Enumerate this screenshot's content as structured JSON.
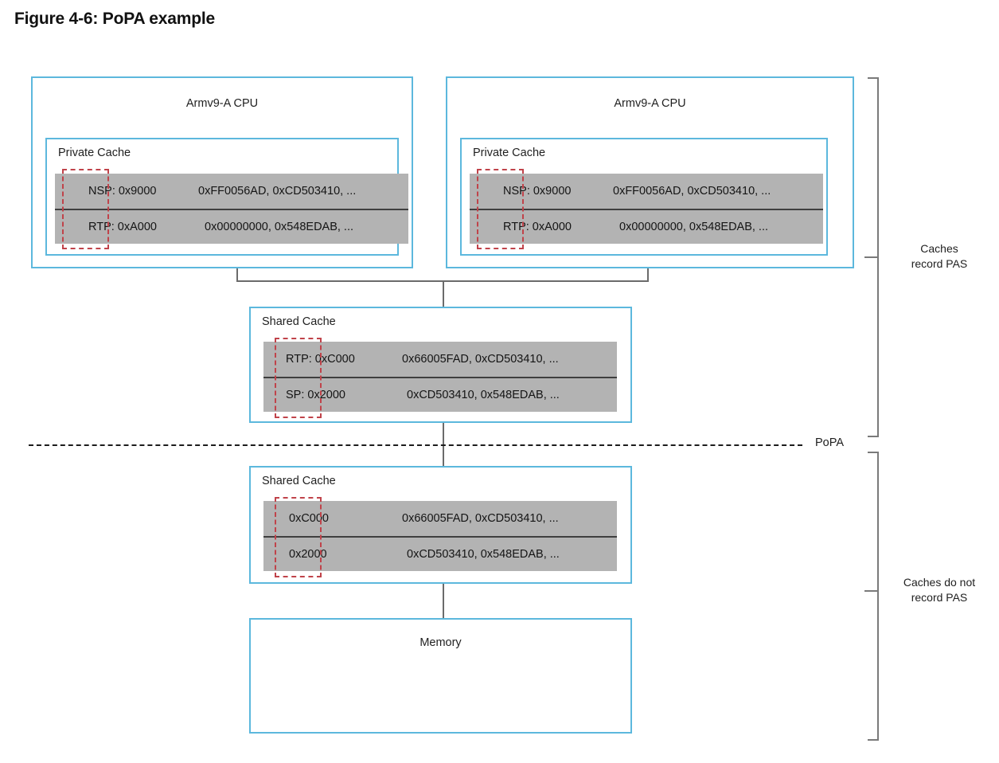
{
  "figure": {
    "title": "Figure 4-6: PoPA example"
  },
  "colors": {
    "box_border_blue": "#5cb8dd",
    "cache_fill_gray": "#b3b3b3",
    "row_divider": "#3f3f3f",
    "highlight_dashed_red": "#c0434a",
    "connector_gray": "#6b6b6b",
    "bracket_gray": "#7a7a7a",
    "popa_line": "#1d1d1d"
  },
  "cpus": [
    {
      "title": "Armv9-A CPU",
      "cache": {
        "title": "Private Cache",
        "rows": [
          {
            "key": "NSP: 0x9000",
            "value": "0xFF0056AD, 0xCD503410, ..."
          },
          {
            "key": "RTP: 0xA000",
            "value": "0x00000000, 0x548EDAB, ..."
          }
        ]
      }
    },
    {
      "title": "Armv9-A CPU",
      "cache": {
        "title": "Private Cache",
        "rows": [
          {
            "key": "NSP: 0x9000",
            "value": "0xFF0056AD, 0xCD503410, ..."
          },
          {
            "key": "RTP: 0xA000",
            "value": "0x00000000, 0x548EDAB, ..."
          }
        ]
      }
    }
  ],
  "shared_cache_upper": {
    "title": "Shared Cache",
    "rows": [
      {
        "key": "RTP: 0xC000",
        "value": "0x66005FAD, 0xCD503410, ..."
      },
      {
        "key": "SP: 0x2000",
        "value": "0xCD503410, 0x548EDAB, ..."
      }
    ]
  },
  "shared_cache_lower": {
    "title": "Shared Cache",
    "rows": [
      {
        "key": "0xC000",
        "value": "0x66005FAD, 0xCD503410, ..."
      },
      {
        "key": "0x2000",
        "value": "0xCD503410, 0x548EDAB, ..."
      }
    ]
  },
  "memory": {
    "title": "Memory"
  },
  "popa": {
    "label": "PoPA"
  },
  "annotations": {
    "upper": "Caches\nrecord PAS",
    "lower": "Caches do not\nrecord PAS"
  }
}
